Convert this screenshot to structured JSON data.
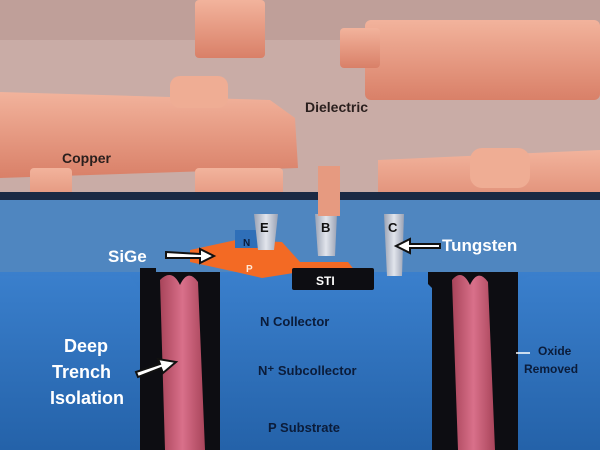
{
  "labels": {
    "dielectric": "Dielectric",
    "copper": "Copper",
    "sige": "SiGe",
    "tungsten": "Tungsten",
    "emitter": "E",
    "base": "B",
    "collector_contact": "C",
    "n_region": "N",
    "p_region": "P",
    "sti": "STI",
    "n_collector": "N Collector",
    "n_plus_subcollector": "N⁺ Subcollector",
    "p_substrate": "P Substrate",
    "deep_trench_line1": "Deep",
    "deep_trench_line2": "Trench",
    "deep_trench_line3": "Isolation",
    "oxide_line1": "Oxide",
    "oxide_line2": "Removed"
  },
  "colors": {
    "dielectric": "#c9aca6",
    "copper": "#e69a80",
    "silicon": "#2f74c2",
    "oxide_band": "#5b8fc4",
    "trench": "#c25a70",
    "sige": "#f36a24",
    "tungsten": "#c8ccd6",
    "gap": "#0d0d12"
  }
}
